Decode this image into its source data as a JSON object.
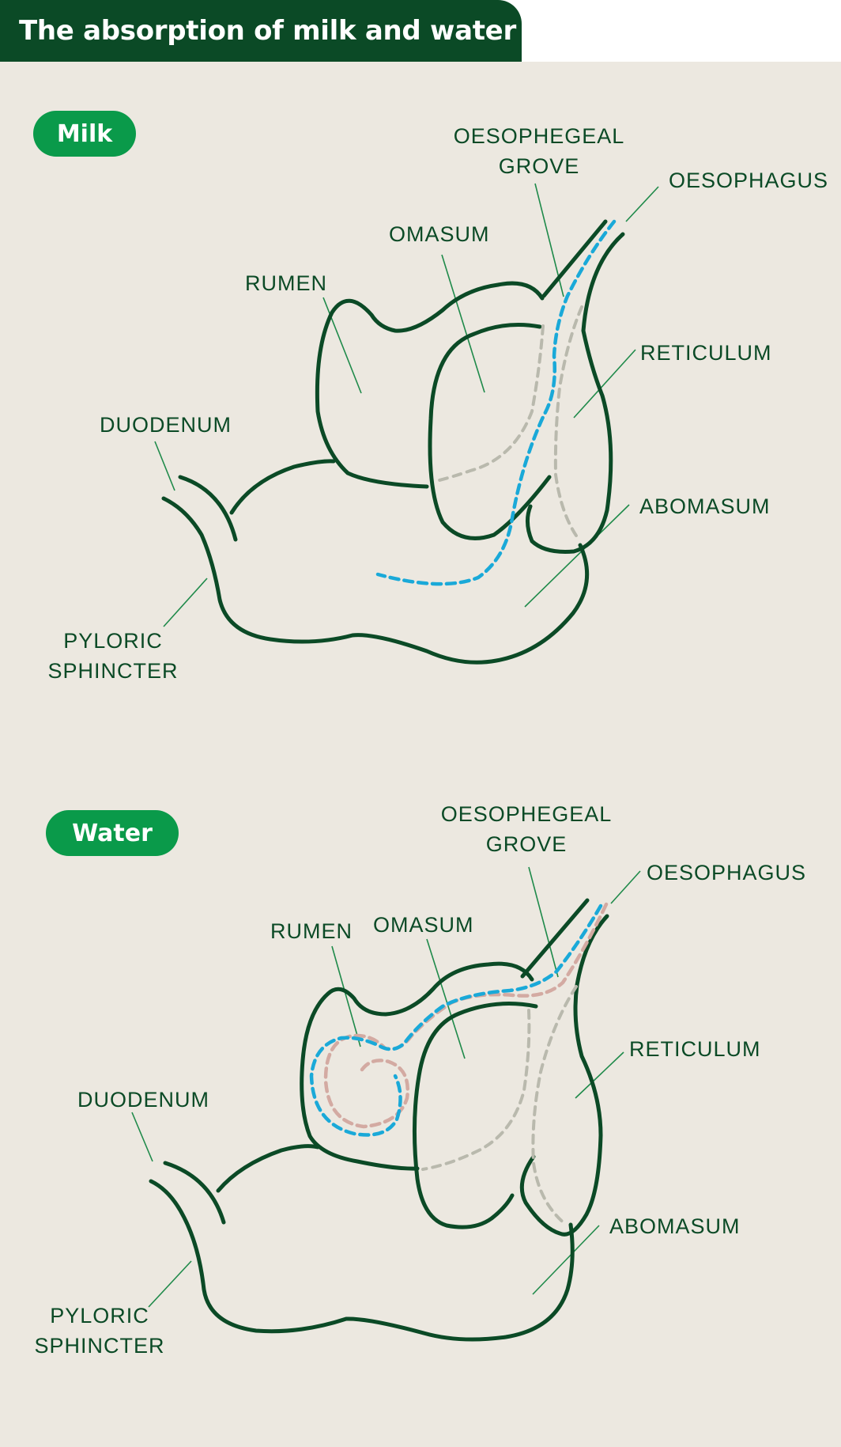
{
  "title": "The absorption of milk and water",
  "colors": {
    "title_bg": "#0b4a26",
    "panel_bg": "#ece8e0",
    "pill_bg": "#0a9a4a",
    "outline": "#0b4a26",
    "milk_path": "#1aa9d8",
    "food_path": "#b9b9ad",
    "water_path": "#d3aaa2"
  },
  "sections": [
    {
      "badge": "Milk",
      "labels": {
        "oesophegeal_grove_1": "OESOPHEGEAL",
        "oesophegeal_grove_2": "GROVE",
        "oesophagus": "OESOPHAGUS",
        "omasum": "OMASUM",
        "rumen": "RUMEN",
        "reticulum": "RETICULUM",
        "duodenum": "DUODENUM",
        "abomasum": "ABOMASUM",
        "pyloric_1": "PYLORIC",
        "pyloric_2": "SPHINCTER"
      }
    },
    {
      "badge": "Water",
      "labels": {
        "oesophegeal_grove_1": "OESOPHEGEAL",
        "oesophegeal_grove_2": "GROVE",
        "oesophagus": "OESOPHAGUS",
        "omasum": "OMASUM",
        "rumen": "RUMEN",
        "reticulum": "RETICULUM",
        "duodenum": "DUODENUM",
        "abomasum": "ABOMASUM",
        "pyloric_1": "PYLORIC",
        "pyloric_2": "SPHINCTER"
      }
    }
  ]
}
